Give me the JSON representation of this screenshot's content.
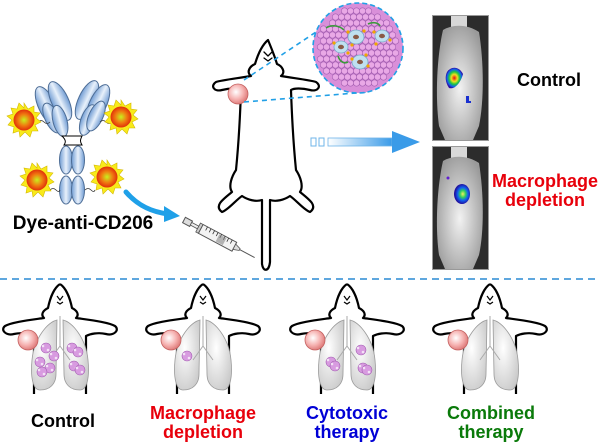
{
  "top": {
    "antibody_label": "Dye-anti-CD206",
    "imaging_panels": [
      {
        "label": "Control",
        "color": "#000000"
      },
      {
        "label": "Macrophage\ndepletion",
        "line1": "Macrophage",
        "line2": "depletion",
        "color": "#e8000b"
      }
    ]
  },
  "bottom": {
    "groups": [
      {
        "line1": "Control",
        "line2": "",
        "color": "#000000",
        "lung_nodules": "many"
      },
      {
        "line1": "Macrophage",
        "line2": "depletion",
        "color": "#e8000b",
        "lung_nodules": "few"
      },
      {
        "line1": "Cytotoxic",
        "line2": "therapy",
        "color": "#0000d6",
        "lung_nodules": "some"
      },
      {
        "line1": "Combined",
        "line2": "therapy",
        "color": "#0a7a0a",
        "lung_nodules": "none"
      }
    ]
  },
  "colors": {
    "antibody": "#8fb3de",
    "dye_core": "#e64a0a",
    "dye_rays": "#f5e600",
    "arrow": "#29a3e6",
    "divider": "#2a8ad4",
    "tumor": "#f4a9a8",
    "tumor_cells": "#d88bd6"
  }
}
